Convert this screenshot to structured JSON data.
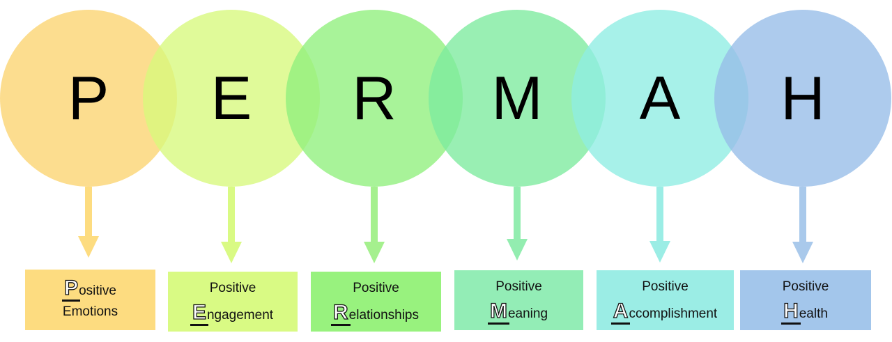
{
  "acronym": "PERMAH",
  "elements": [
    {
      "letter": "P",
      "color": "#FBD470",
      "box_color": "#FDDC80",
      "arrow_color": "#FDDC80",
      "line1": "",
      "initial": "P",
      "rest": "ositive",
      "line2": "Emotions",
      "layout": "initial-first"
    },
    {
      "letter": "E",
      "color": "#D7F97C",
      "box_color": "#D9FA84",
      "arrow_color": "#D9FA84",
      "line1": "Positive",
      "initial": "E",
      "rest": "ngagement",
      "line2": "",
      "layout": "standard"
    },
    {
      "letter": "R",
      "color": "#8FF07C",
      "box_color": "#98F27E",
      "arrow_color": "#A5F08E",
      "line1": "Positive",
      "initial": "R",
      "rest": "elationships",
      "line2": "",
      "layout": "standard"
    },
    {
      "letter": "M",
      "color": "#7CEB9E",
      "box_color": "#93EDB6",
      "arrow_color": "#93EDB0",
      "line1": "Positive",
      "initial": "M",
      "rest": "eaning",
      "line2": "",
      "layout": "standard"
    },
    {
      "letter": "A",
      "color": "#8EEDE3",
      "box_color": "#9BEDE5",
      "arrow_color": "#9BEDE5",
      "line1": "Positive",
      "initial": "A",
      "rest": "ccomplishment",
      "line2": "",
      "layout": "standard"
    },
    {
      "letter": "H",
      "color": "#96BDE8",
      "box_color": "#A3C6EB",
      "arrow_color": "#A9C9EB",
      "line1": "Positive",
      "initial": "H",
      "rest": "ealth",
      "line2": "",
      "layout": "standard"
    }
  ]
}
